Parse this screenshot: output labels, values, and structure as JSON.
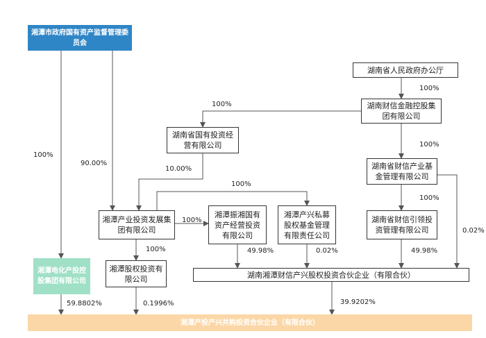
{
  "entities": {
    "sasac": "湘潭市政府国有资产监督管理委员会",
    "provincial_office": "湖南省人民政府办公厅",
    "caixin_financial": "湖南财信金融控股集团有限公司",
    "state_investment": "湖南省国有投资经营有限公司",
    "caixin_industry_fund": "湖南省财信产业基金管理有限公司",
    "xiangtan_industry": "湘潭产业投资发展集团有限公司",
    "zhenxiang": "湘潭振湘国有资产经营投资有限公司",
    "chanxing_private": "湘潭产兴私募股权基金管理有限责任公司",
    "caixin_guide": "湖南省财信引领投资管理有限公司",
    "electrochemical": "湘潭电化产投控股集团有限公司",
    "equity_investment": "湘潭股权投资有限公司",
    "partnership": "湖南湘潭财信产兴股权投资合伙企业（有限合伙）",
    "target_fund": "湘潭产投产兴并购投资合伙企业（有限合伙）"
  },
  "percentages": {
    "office_to_caixin": "100%",
    "caixin_to_state_investment": "100%",
    "caixin_to_industry_fund": "100%",
    "industry_fund_to_guide": "100%",
    "sasac_to_electrochemical": "100%",
    "sasac_to_xiangtan_industry": "90.00%",
    "state_investment_to_xiangtan_industry": "10.00%",
    "xiangtan_industry_to_chanxing": "100%",
    "xiangtan_industry_to_zhenxiang": "100%",
    "xiangtan_industry_to_equity": "100%",
    "zhenxiang_to_partnership": "49.98%",
    "chanxing_to_partnership": "0.02%",
    "guide_to_partnership": "49.98%",
    "industry_fund_to_partnership": "0.02%",
    "electrochemical_to_target": "59.8802%",
    "equity_to_target": "0.1996%",
    "partnership_to_target": "39.9202%"
  }
}
